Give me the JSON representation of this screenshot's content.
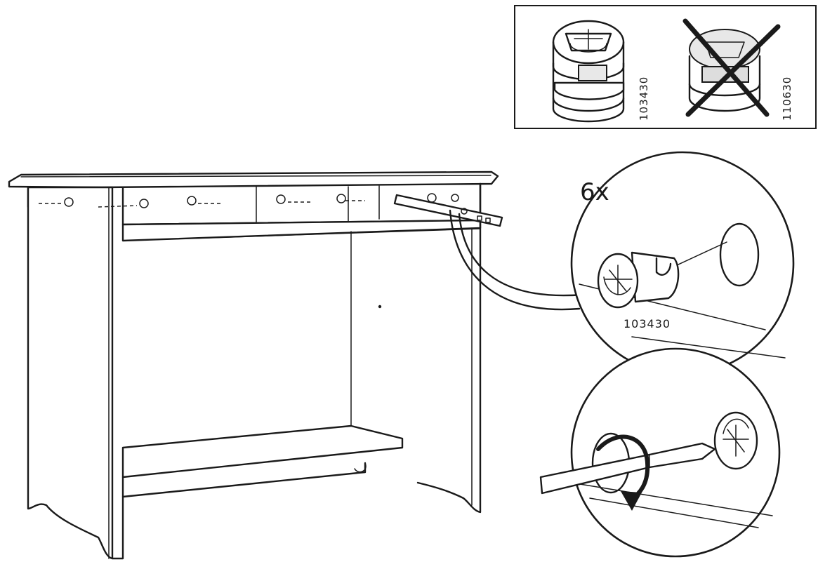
{
  "parts_box": {
    "correct_part_number": "103430",
    "wrong_part_number": "110630"
  },
  "detail_top": {
    "quantity": "6x",
    "part_number": "103430"
  }
}
